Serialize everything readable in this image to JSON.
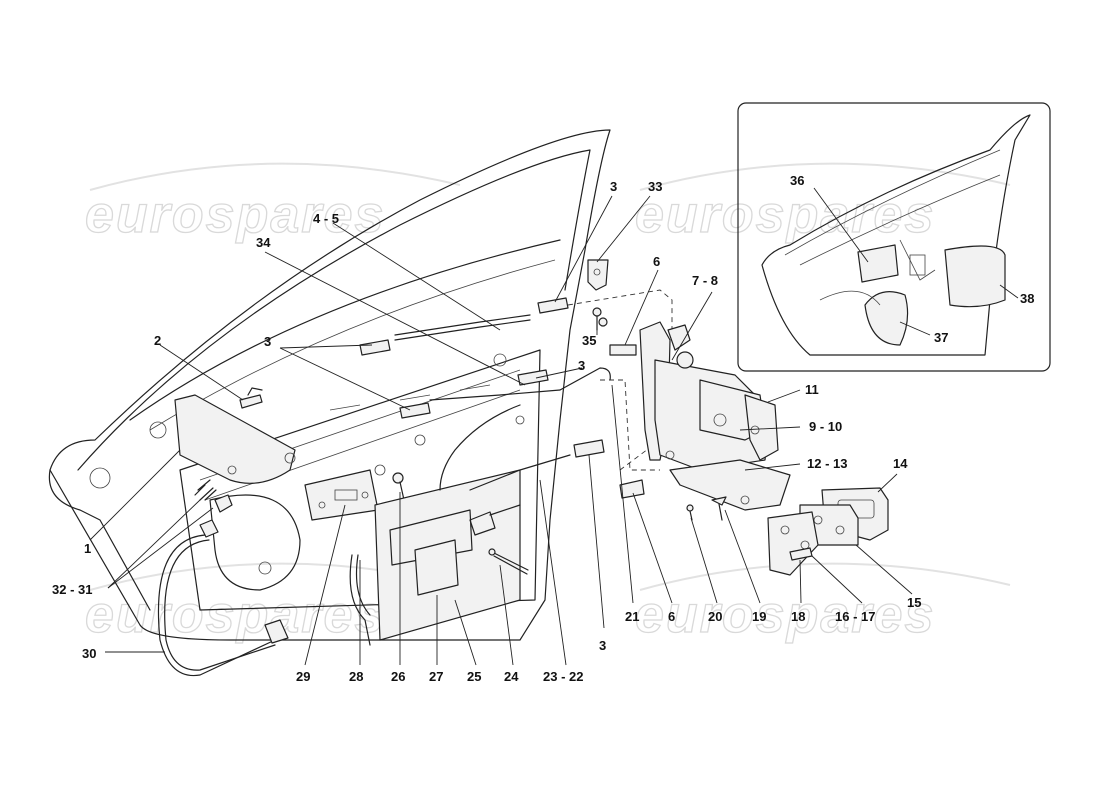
{
  "watermark": {
    "text": "eurospares"
  },
  "labels": {
    "l1": "1",
    "l2": "2",
    "l3a": "3",
    "l3b": "3",
    "l3c": "3",
    "l3d": "3",
    "l4_5": "4 - 5",
    "l6a": "6",
    "l6b": "6",
    "l7_8": "7 - 8",
    "l9_10": "9 - 10",
    "l11": "11",
    "l12_13": "12 - 13",
    "l14": "14",
    "l15": "15",
    "l16_17": "16 - 17",
    "l18": "18",
    "l19": "19",
    "l20": "20",
    "l21": "21",
    "l23_22": "23 - 22",
    "l24": "24",
    "l25": "25",
    "l26": "26",
    "l27": "27",
    "l28": "28",
    "l29": "29",
    "l30": "30",
    "l32_31": "32 - 31",
    "l33": "33",
    "l34": "34",
    "l35": "35",
    "l36": "36",
    "l37": "37",
    "l38": "38"
  }
}
